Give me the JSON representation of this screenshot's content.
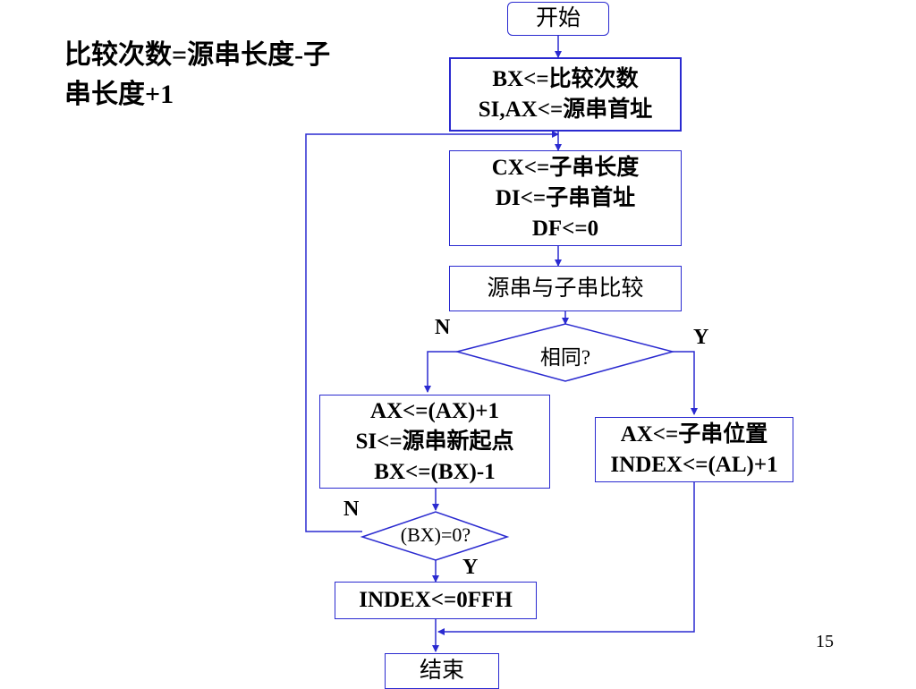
{
  "note": {
    "line1": "比较次数=源串长度-子",
    "line2": "串长度+1"
  },
  "nodes": {
    "start": "开始",
    "init": {
      "l1": "BX<=比较次数",
      "l2": "SI,AX<=源串首址"
    },
    "setup": {
      "l1": "CX<=子串长度",
      "l2": "DI<=子串首址",
      "l3": "DF<=0"
    },
    "compare": "源串与子串比较",
    "same": "相同?",
    "update": {
      "l1": "AX<=(AX)+1",
      "l2": "SI<=源串新起点",
      "l3": "BX<=(BX)-1"
    },
    "found": {
      "l1": "AX<=子串位置",
      "l2": "INDEX<=(AL)+1"
    },
    "bxzero": "(BX)=0?",
    "notfound": "INDEX<=0FFH",
    "end": "结束"
  },
  "labels": {
    "n1": "N",
    "y1": "Y",
    "n2": "N",
    "y2": "Y"
  },
  "page_number": "15",
  "colors": {
    "line": "#2a2ad0",
    "box_border": "#2a2ad0",
    "text": "#000000"
  }
}
